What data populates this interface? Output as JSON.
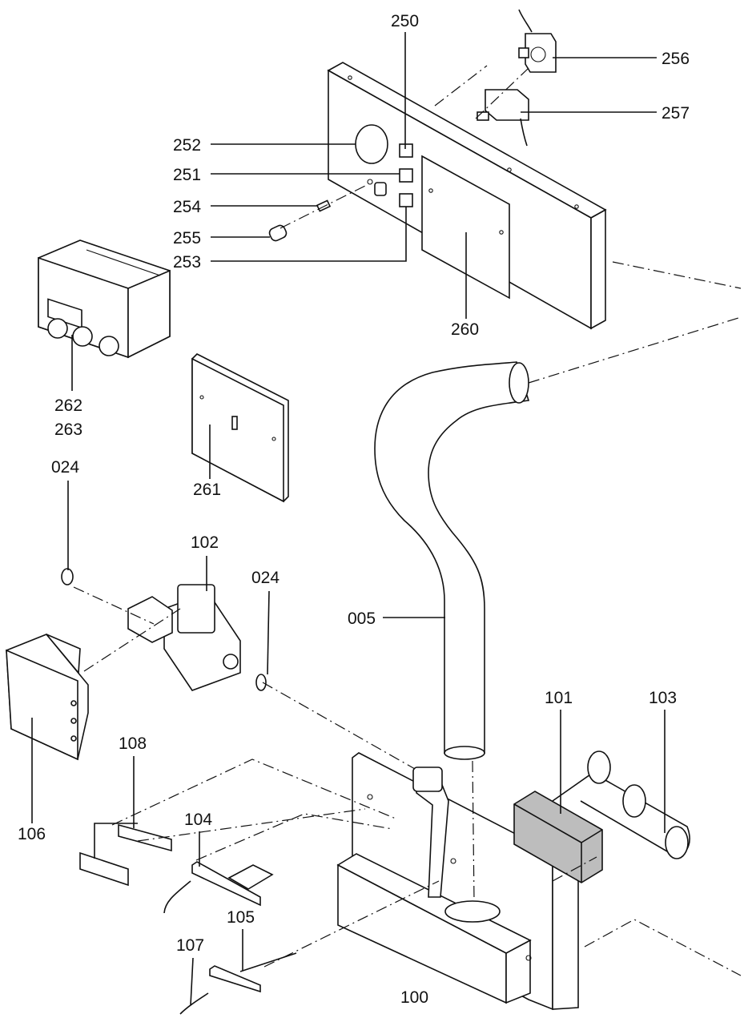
{
  "labels": {
    "l005": "005",
    "l024a": "024",
    "l024b": "024",
    "l100": "100",
    "l101": "101",
    "l102": "102",
    "l103": "103",
    "l104": "104",
    "l105": "105",
    "l106": "106",
    "l107": "107",
    "l108": "108",
    "l250": "250",
    "l251": "251",
    "l252": "252",
    "l253": "253",
    "l254": "254",
    "l255": "255",
    "l256": "256",
    "l257": "257",
    "l260": "260",
    "l261": "261",
    "l262": "262",
    "l263": "263"
  },
  "colors": {
    "line": "#111111",
    "fill": "#ffffff",
    "shade": "#bdbdbd"
  }
}
